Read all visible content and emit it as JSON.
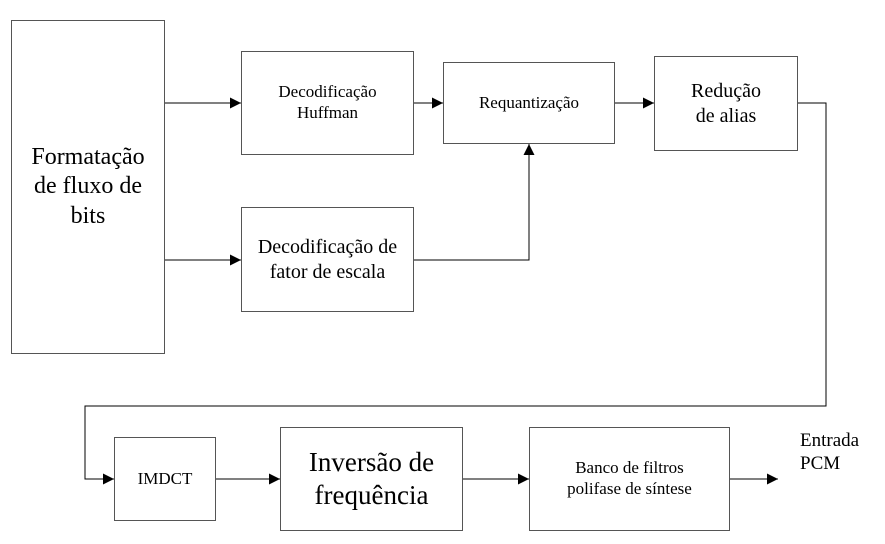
{
  "blocks": {
    "formatacao": "Formatação\nde fluxo de\nbits",
    "huffman": "Decodificação\nHuffman",
    "requantizacao": "Requantização",
    "reducao_alias": "Redução\nde alias",
    "fator_escala": "Decodificação de\nfator de escala",
    "imdct": "IMDCT",
    "inversao": "Inversão de\nfrequência",
    "banco_filtros": "Banco de filtros\npolifase de síntese"
  },
  "output_label": "Entrada\nPCM"
}
